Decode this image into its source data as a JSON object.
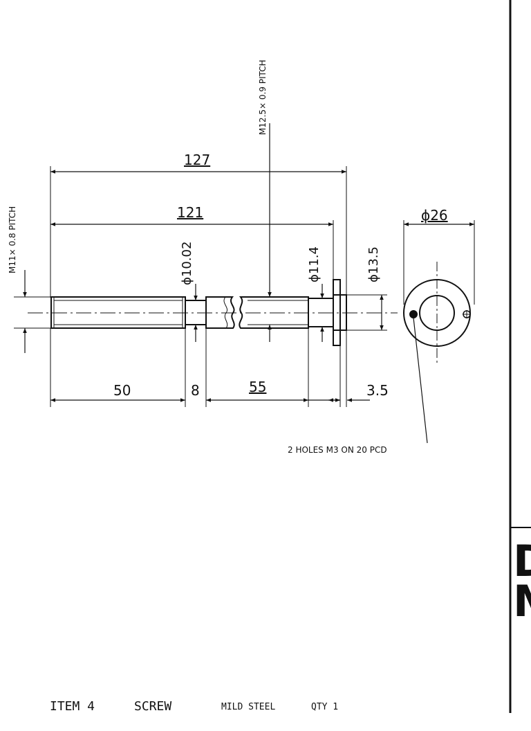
{
  "drawing": {
    "dims": {
      "overall": "127",
      "thread_to_collar": "121",
      "thread_length": "50",
      "neck_length": "8",
      "shank_length": "55",
      "collar_thickness": "3.5",
      "neck_dia": "ϕ10.02",
      "shank_dia": "ϕ11.4",
      "collar_dia": "ϕ13.5",
      "flange_dia": "ϕ26"
    },
    "threads": {
      "left": "M11× 0.8 PITCH",
      "right": "M12.5× 0.9 PITCH"
    },
    "holes_note": "2 HOLES M3 ON 20 PCD",
    "title_block": {
      "letter_top": "D",
      "letter_bottom": "M"
    }
  },
  "caption": {
    "item": "ITEM 4",
    "part": "SCREW",
    "material": "MILD STEEL",
    "qty": "QTY 1"
  }
}
